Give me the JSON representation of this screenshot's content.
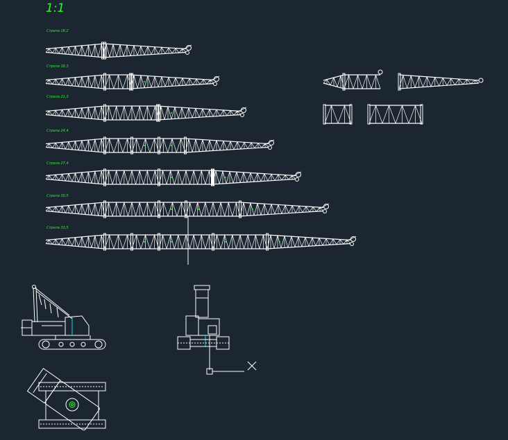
{
  "drawing": {
    "scale_label": "1:1",
    "boom_labels": [
      "Стрела 18,2",
      "Стрела 18,3",
      "Стрела 21,3",
      "Стрела 24,4",
      "Стрела 27,4",
      "Стрела 30,5",
      "Стрела 33,5"
    ]
  },
  "colors": {
    "background": "#1b2630",
    "lines": "#ffffff",
    "labels": "#22ff22",
    "accent": "#22d3ee"
  }
}
